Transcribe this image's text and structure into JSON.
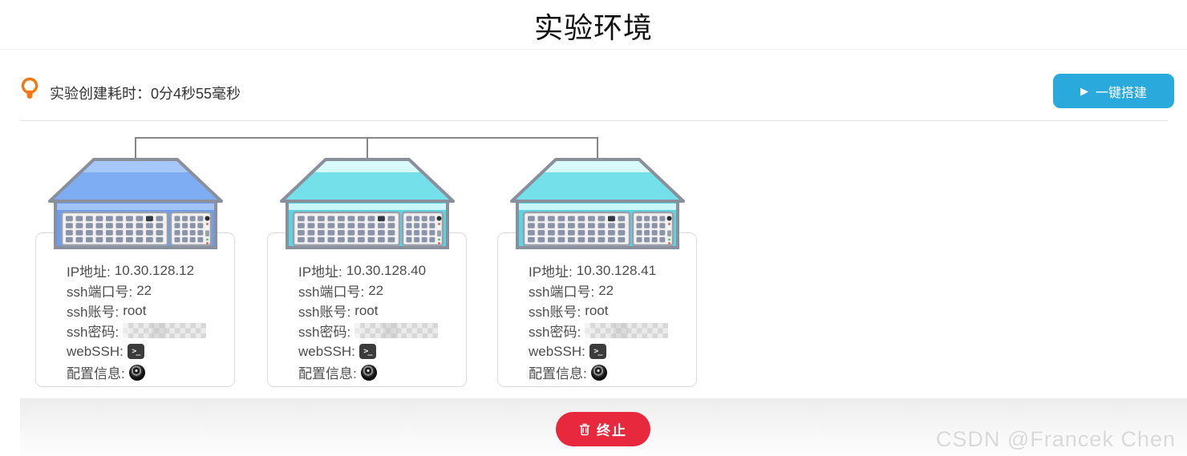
{
  "title": "实验环境",
  "header": {
    "elapsed_label": "实验创建耗时：0分4秒55毫秒",
    "build_button_label": "一键搭建"
  },
  "servers": [
    {
      "variant": "blue",
      "ip_label": "IP地址:",
      "ip": "10.30.128.12",
      "port_label": "ssh端口号:",
      "port": "22",
      "user_label": "ssh账号:",
      "user": "root",
      "password_label": "ssh密码:",
      "webssh_label": "webSSH:",
      "config_label": "配置信息:"
    },
    {
      "variant": "cyan",
      "ip_label": "IP地址:",
      "ip": "10.30.128.40",
      "port_label": "ssh端口号:",
      "port": "22",
      "user_label": "ssh账号:",
      "user": "root",
      "password_label": "ssh密码:",
      "webssh_label": "webSSH:",
      "config_label": "配置信息:"
    },
    {
      "variant": "cyan",
      "ip_label": "IP地址:",
      "ip": "10.30.128.41",
      "port_label": "ssh端口号:",
      "port": "22",
      "user_label": "ssh账号:",
      "user": "root",
      "password_label": "ssh密码:",
      "webssh_label": "webSSH:",
      "config_label": "配置信息:"
    }
  ],
  "footer": {
    "terminate_button_label": "终止"
  },
  "watermark": "CSDN @Francek Chen",
  "icons": {
    "play_glyph": "▶",
    "terminal_glyph": ">_"
  },
  "colors": {
    "accent": "#29a9dc",
    "danger": "#e8293d",
    "bulb_orange": "#f6770f",
    "connector_gray": "#868686",
    "server_border": "#8a909b",
    "server_blue_top_light": "#a6c8f8",
    "server_blue_top": "#7fadf3",
    "server_blue_face": "#6b9df1",
    "server_blue_strip": "#a0c4f8",
    "server_cyan_top_light": "#d8fafb",
    "server_cyan_top": "#74e0ea",
    "server_cyan_face": "#58d7e3",
    "server_cyan_strip": "#c9f6f8"
  }
}
